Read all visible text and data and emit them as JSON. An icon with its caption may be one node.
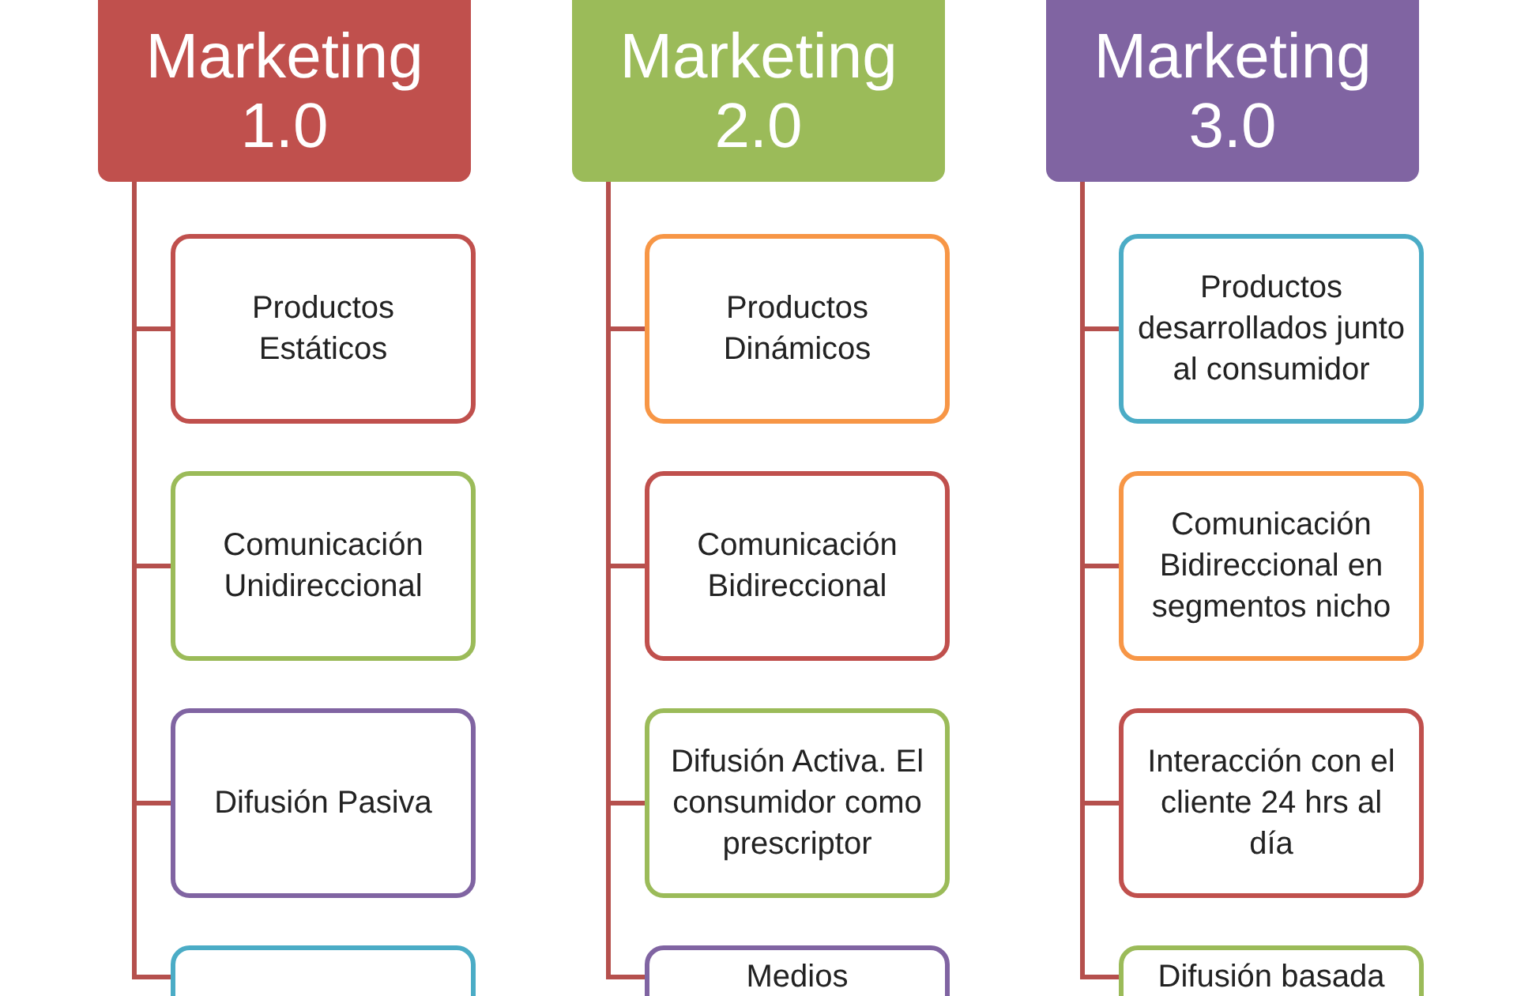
{
  "diagram": {
    "nodes": [
      {
        "text": [
          "Marketing 1.0"
        ]
      },
      {
        "text": [
          "Productos Estáticos"
        ]
      },
      {
        "text": [
          "Comunicación Unidireccional"
        ]
      },
      {
        "text": [
          "Difusión Pasiva"
        ]
      },
      {
        "text": [],
        "shape": "box"
      },
      {
        "text": [
          "Marketing 2.0"
        ]
      },
      {
        "text": [
          "Productos Dinámicos"
        ]
      },
      {
        "text": [
          "Comunicación Bidireccional"
        ]
      },
      {
        "text": [
          "Difusión Activa. El consumidor como prescriptor"
        ]
      },
      {
        "text": [
          "Medios"
        ]
      },
      {
        "text": [
          "Marketing 3.0"
        ]
      },
      {
        "text": [
          "Productos desarrollados junto al consumidor"
        ]
      },
      {
        "text": [
          "Comunicación Bidireccional en segmentos nicho"
        ]
      },
      {
        "text": [
          "Interacción con el cliente 24 hrs al día"
        ]
      },
      {
        "text": [
          "Difusión basada"
        ]
      }
    ],
    "edges": [
      {
        "from": 0,
        "to": 1,
        "arrow": "none"
      },
      {
        "from": 0,
        "to": 2,
        "arrow": "none"
      },
      {
        "from": 0,
        "to": 3,
        "arrow": "none"
      },
      {
        "from": 0,
        "to": 4,
        "arrow": "none"
      },
      {
        "from": 5,
        "to": 6,
        "arrow": "none"
      },
      {
        "from": 5,
        "to": 7,
        "arrow": "none"
      },
      {
        "from": 5,
        "to": 8,
        "arrow": "none"
      },
      {
        "from": 5,
        "to": 9,
        "arrow": "none"
      },
      {
        "from": 10,
        "to": 11,
        "arrow": "none"
      },
      {
        "from": 10,
        "to": 12,
        "arrow": "none"
      },
      {
        "from": 10,
        "to": 13,
        "arrow": "none"
      },
      {
        "from": 10,
        "to": 14,
        "arrow": "none"
      }
    ]
  }
}
